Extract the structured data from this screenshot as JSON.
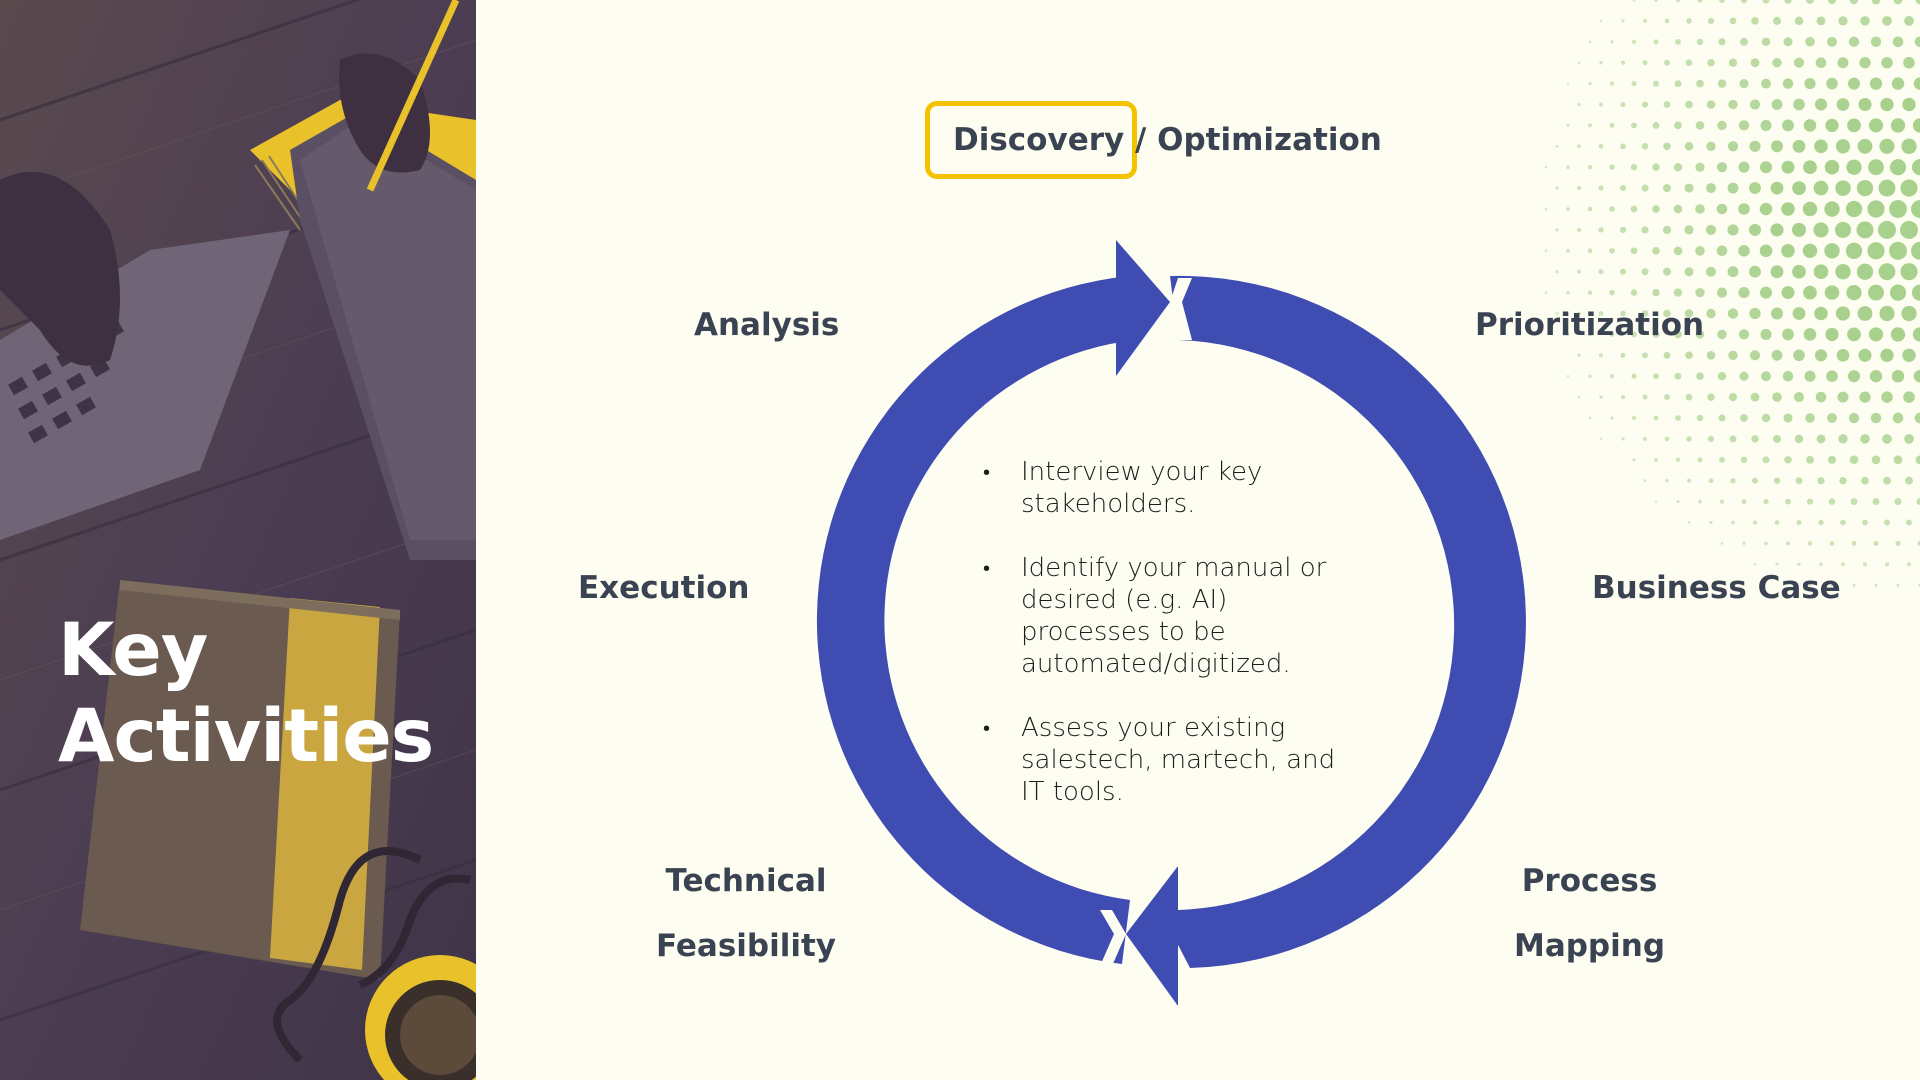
{
  "slide": {
    "title_line1": "Key",
    "title_line2": "Activities"
  },
  "cycle": {
    "highlighted_stage": "Discovery / Optimization",
    "stages": {
      "discovery": "Discovery / Optimization",
      "analysis": "Analysis",
      "prioritization": "Prioritization",
      "execution": "Execution",
      "business_case": "Business Case",
      "technical_line1": "Technical",
      "technical_line2": "Feasibility",
      "process_line1": "Process",
      "process_line2": "Mapping"
    },
    "bullets": [
      "Interview your key stakeholders.",
      "Identify your manual or desired (e.g. AI) processes to be automated/digitized.",
      "Assess your existing salestech, martech, and IT tools."
    ]
  },
  "colors": {
    "background": "#fdfdf1",
    "cycle_arrow": "#3f4db2",
    "highlight": "#f6c200",
    "label_text": "#3a4352",
    "photo_tint_purple": "#4a3b6b",
    "photo_tint_yellow": "#e9c12a",
    "dot_pattern": "#a9d18e"
  },
  "icons": {
    "cycle": "circular-arrows-icon",
    "background_dots": "halftone-dots-decoration"
  }
}
